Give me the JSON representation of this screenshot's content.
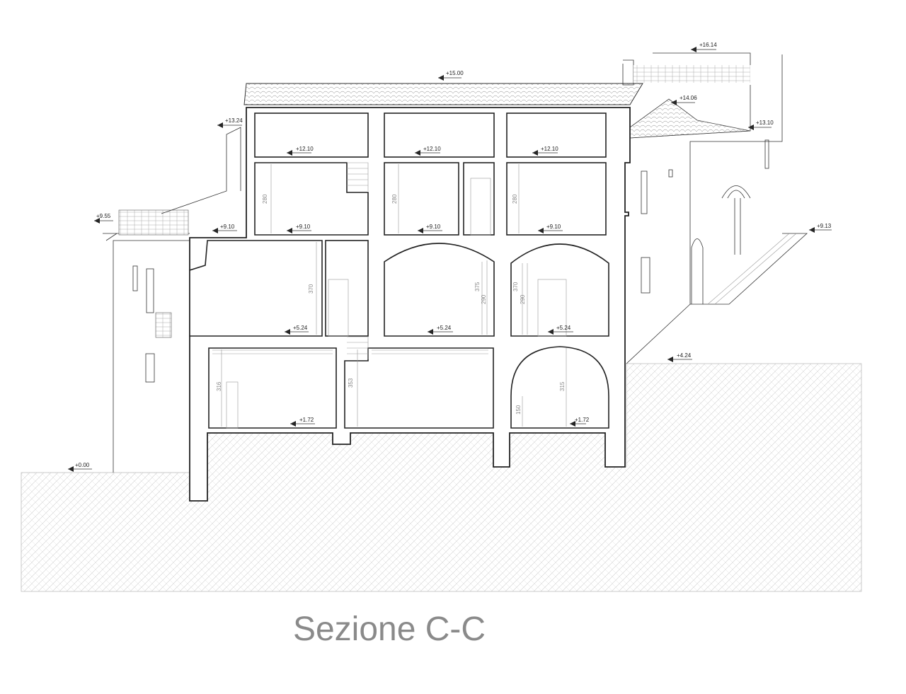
{
  "title": "Sezione C-C",
  "levels": [
    "+16.14",
    "+15.00",
    "+14.06",
    "+13.24",
    "+13.10",
    "+12.10",
    "+12.10",
    "+12.10",
    "+9.55",
    "+9.13",
    "+9.10",
    "+9.10",
    "+9.10",
    "+9.10",
    "+5.24",
    "+5.24",
    "+5.24",
    "+4.24",
    "+1.72",
    "+1.72",
    "+0.00"
  ],
  "dimensions": [
    "280",
    "280",
    "280",
    "370",
    "375",
    "290",
    "370",
    "290",
    "316",
    "353",
    "150",
    "315"
  ]
}
